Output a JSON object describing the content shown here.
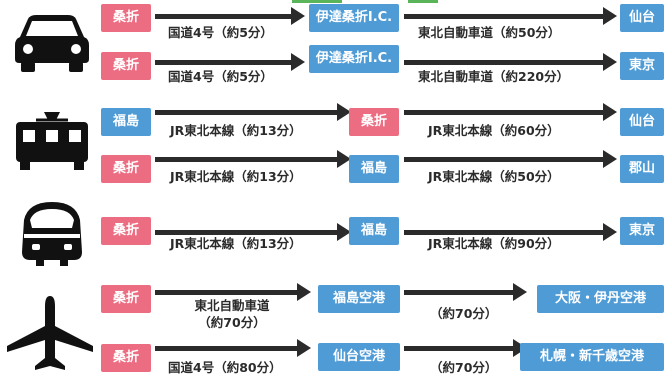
{
  "routes": {
    "car": {
      "r1": {
        "from": "桑折",
        "seg1": "国道4号（約5分）",
        "mid": "伊達桑折I.C.",
        "seg2": "東北自動車道（約50分）",
        "to": "仙台"
      },
      "r2": {
        "from": "桑折",
        "seg1": "国道4号（約5分）",
        "mid": "伊達桑折I.C.",
        "seg2": "東北自動車道（約220分）",
        "to": "東京"
      }
    },
    "train": {
      "r1": {
        "from": "福島",
        "seg1": "JR東北本線（約13分）",
        "mid": "桑折",
        "seg2": "JR東北本線（約60分）",
        "to": "仙台"
      },
      "r2": {
        "from": "桑折",
        "seg1": "JR東北本線（約13分）",
        "mid": "福島",
        "seg2": "JR東北本線（約50分）",
        "to": "郡山"
      }
    },
    "shinkansen": {
      "r1": {
        "from": "桑折",
        "seg1": "JR東北本線（約13分）",
        "mid": "福島",
        "seg2": "JR東北本線（約90分）",
        "to": "東京"
      }
    },
    "plane": {
      "r1": {
        "from": "桑折",
        "seg1_line1": "東北自動車道",
        "seg1_line2": "（約70分）",
        "mid": "福島空港",
        "seg2": "（約70分）",
        "to": "大阪・伊丹空港"
      },
      "r2": {
        "from": "桑折",
        "seg1": "国道4号（約80分）",
        "mid": "仙台空港",
        "seg2": "（約70分）",
        "to": "札幌・新千歳空港"
      }
    }
  },
  "icons": [
    "car-icon",
    "train-icon",
    "shinkansen-icon",
    "airplane-icon"
  ],
  "colors": {
    "origin": "#ec6d82",
    "station": "#4e9bd6",
    "arrow": "#2b2b2b"
  }
}
